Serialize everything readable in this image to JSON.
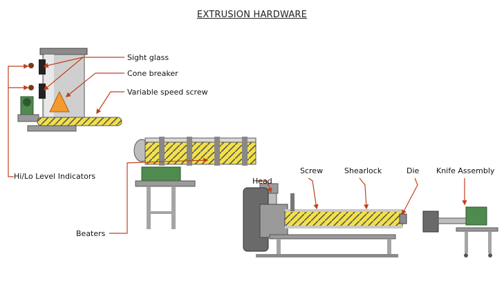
{
  "title": "EXTRUSION HARDWARE",
  "labels": {
    "sight_glass": "Sight glass",
    "cone_breaker": "Cone breaker",
    "variable_speed_screw": "Variable speed screw",
    "hi_lo_level_indicators": "Hi/Lo Level Indicators",
    "beaters": "Beaters",
    "head": "Head",
    "screw": "Screw",
    "shearlock": "Shearlock",
    "die": "Die",
    "knife_assembly": "Knife Assembly"
  },
  "colors": {
    "leader_line": "#c0401a",
    "screw_fill": "#f2e04a",
    "cone": "#f29a2e",
    "machine_green": "#4f8a4f",
    "frame_gray": "#9a9a9a",
    "dark_gray": "#555555"
  }
}
